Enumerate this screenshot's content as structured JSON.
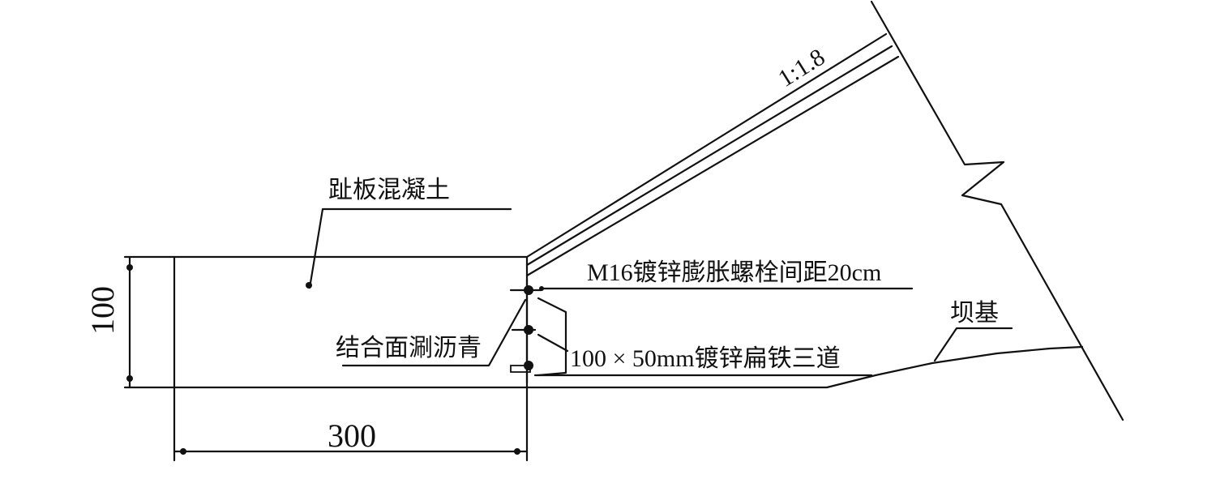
{
  "labels": {
    "toe_slab_concrete": "趾板混凝土",
    "slope_ratio": "1:1.8",
    "bolt": "M16镀锌膨胀螺栓间距20cm",
    "joint_asphalt": "结合面涮沥青",
    "flat_iron": "100 × 50mm镀锌扁铁三道",
    "dam_foundation": "坝基",
    "dim_height": "100",
    "dim_width": "300"
  },
  "colors": {
    "line": "#111111",
    "background": "#ffffff"
  }
}
